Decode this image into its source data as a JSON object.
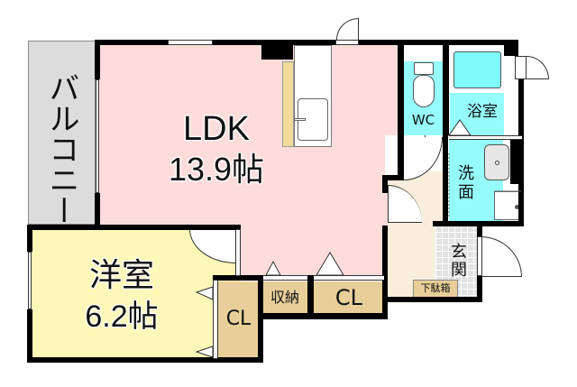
{
  "floorplan": {
    "colors": {
      "ldk": "#ffdcdc",
      "western_room": "#fdf7b8",
      "storage": "#e8cf99",
      "wet_area": "#96fbfb",
      "bathtub": "#7ffbfb",
      "balcony": "#dcdcdc",
      "entrance_hall": "#f8eedb",
      "entrance_floor": "#e2e2e2",
      "counter": "#f0dd9c",
      "wall": "#000000"
    },
    "rooms": {
      "ldk": {
        "name": "LDK",
        "size": "13.9帖"
      },
      "western": {
        "name": "洋室",
        "size": "6.2帖"
      },
      "balcony": {
        "name": "バルコニー"
      },
      "wc": {
        "name": "WC"
      },
      "bath": {
        "name": "浴室"
      },
      "washroom": {
        "name_line1": "洗",
        "name_line2": "面"
      },
      "entrance": {
        "name_line1": "玄",
        "name_line2": "関"
      },
      "shoe_box": {
        "name": "下駄箱"
      },
      "storage": {
        "name": "収納"
      },
      "closet_ldk": {
        "name": "CL"
      },
      "closet_western": {
        "name": "CL"
      }
    }
  }
}
